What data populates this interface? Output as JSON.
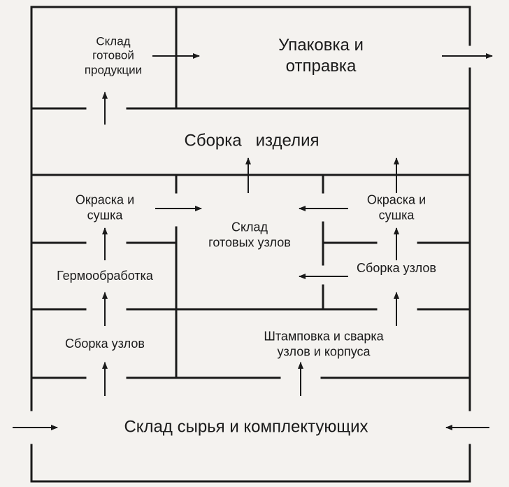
{
  "diagram": {
    "areas": {
      "finished_goods": "Склад\nготовой\nпродукции",
      "packing": "Упаковка и\nотправка",
      "assembly_product": "Сборка   изделия",
      "paint_left": "Окраска и\nсушка",
      "paint_right": "Окраска и\nсушка",
      "units_store": "Склад\nготовых узлов",
      "heat_treat": "Гермообработка",
      "units_assembly_right": "Сборка узлов",
      "units_assembly_left": "Сборка узлов",
      "stamping": "Штамповка и сварка\nузлов и корпуса",
      "raw_store": "Склад сырья и комплектующих"
    },
    "colors": {
      "line": "#1a1a1a",
      "background": "#f4f2ef"
    }
  }
}
